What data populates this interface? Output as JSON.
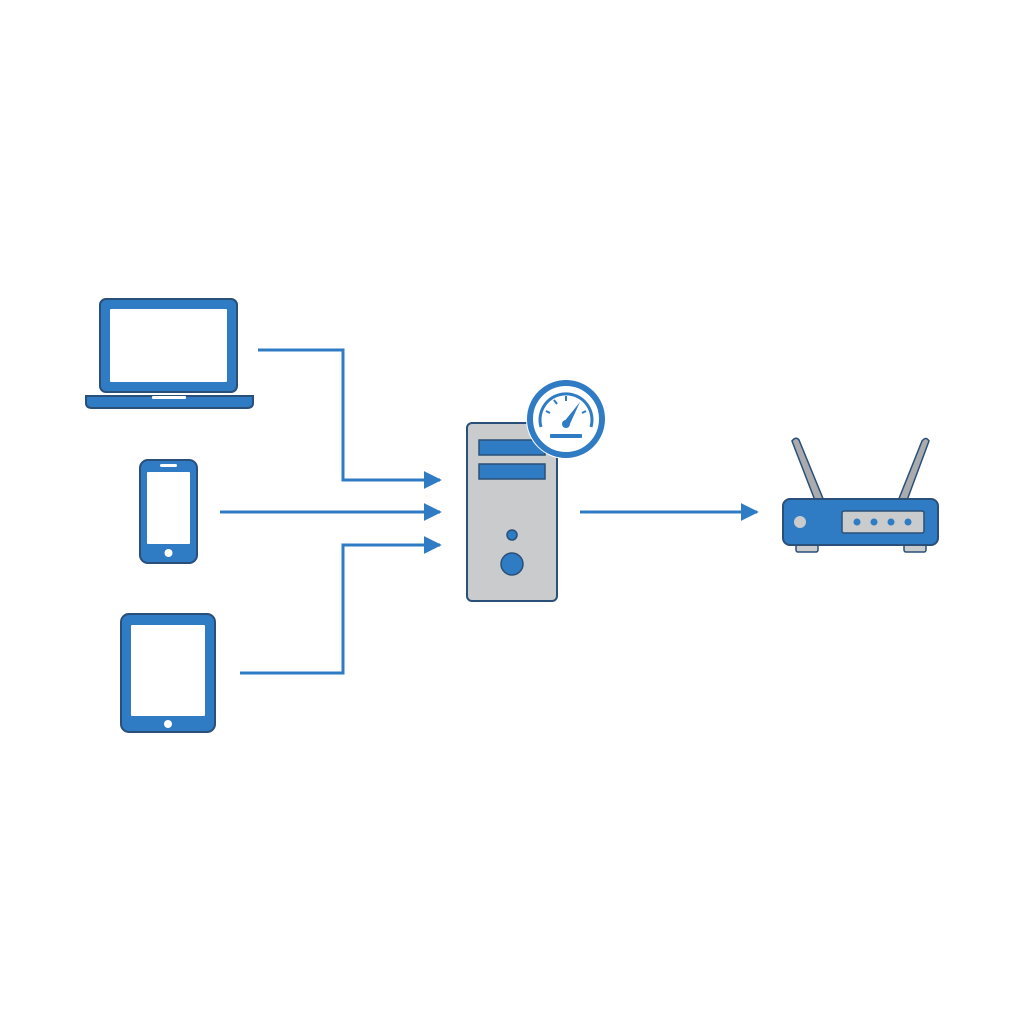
{
  "colors": {
    "primary": "#2f7bc4",
    "outline": "#2a4f78",
    "screen": "#ffffff",
    "case_fill": "#c9cbcd",
    "antenna": "#a9abae",
    "connector": "#2f7bc4",
    "background": "#ffffff"
  },
  "nodes": [
    {
      "id": "laptop",
      "icon": "laptop-icon"
    },
    {
      "id": "smartphone",
      "icon": "smartphone-icon"
    },
    {
      "id": "tablet",
      "icon": "tablet-icon"
    },
    {
      "id": "server",
      "icon": "server-tower-icon",
      "badge": "speedometer-icon"
    },
    {
      "id": "router",
      "icon": "wifi-router-icon",
      "antennas": 2,
      "ports": 4
    }
  ],
  "edges": [
    {
      "from": "laptop",
      "to": "server"
    },
    {
      "from": "smartphone",
      "to": "server"
    },
    {
      "from": "tablet",
      "to": "server"
    },
    {
      "from": "server",
      "to": "router"
    }
  ]
}
